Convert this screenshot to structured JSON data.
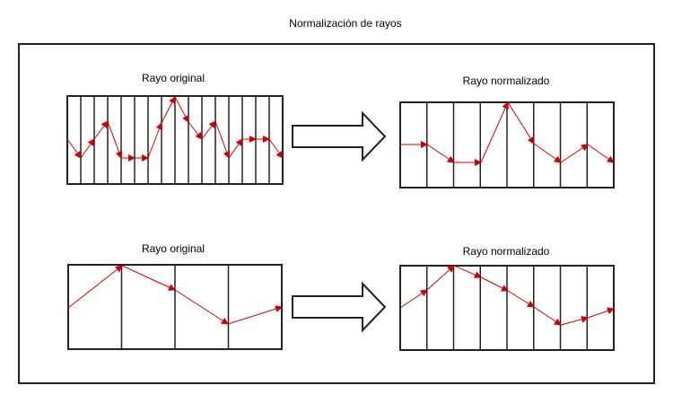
{
  "title": "Normalización de rayos",
  "panels": [
    {
      "left_label": "Rayo original",
      "right_label": "Rayo normalizado"
    },
    {
      "left_label": "Rayo original",
      "right_label": "Rayo normalizado"
    }
  ],
  "colors": {
    "ray": "#cc0000",
    "grid": "#222222",
    "arrow_fill": "#ffffff"
  }
}
